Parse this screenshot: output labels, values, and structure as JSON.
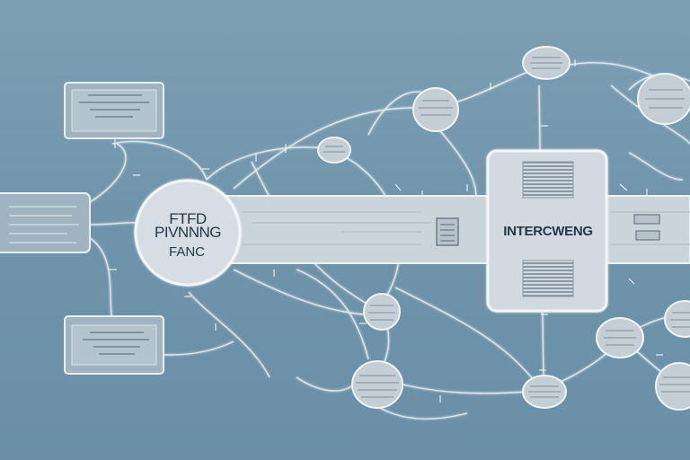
{
  "hub_left": {
    "title_line1": "FTFD",
    "title_line2": "PIVNNNG",
    "subtitle": "FANC"
  },
  "hub_right": {
    "title": "INTERCWENG"
  },
  "colors": {
    "background": "#7398ae",
    "line": "#e8f0f5",
    "panel_fill": "#d2dadf",
    "text": "#24384a"
  },
  "icons": [
    "document-icon",
    "document-icon",
    "gear-node-icon"
  ]
}
